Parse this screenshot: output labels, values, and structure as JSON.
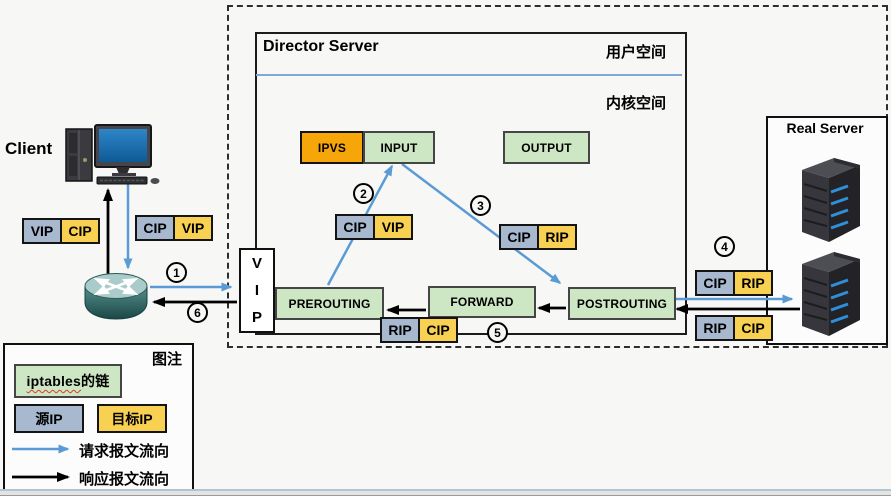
{
  "colors": {
    "chain_green": "#CDE6C3",
    "ipvs_orange": "#F6A608",
    "source_ip_blue": "#A7B8CF",
    "dest_ip_yellow": "#F8D052",
    "request_arrow_blue": "#5B9BD5",
    "response_arrow_black": "#000000",
    "space_divider_blue": "#7FA8D9"
  },
  "client": {
    "label": "Client"
  },
  "director": {
    "title": "Director Server",
    "user_space_label": "用户空间",
    "kernel_space_label": "内核空间",
    "vip_letters": {
      "l1": "V",
      "l2": "I",
      "l3": "P"
    },
    "chains": {
      "ipvs": "IPVS",
      "input": "INPUT",
      "output": "OUTPUT",
      "prerouting": "PREROUTING",
      "forward": "FORWARD",
      "postrouting": "POSTROUTING"
    }
  },
  "real_server": {
    "title": "Real Server"
  },
  "steps": {
    "s1": "1",
    "s2": "2",
    "s3": "3",
    "s4": "4",
    "s5": "5",
    "s6": "6"
  },
  "ip_pairs": {
    "client_response": {
      "src": "VIP",
      "dst": "CIP"
    },
    "client_request": {
      "src": "CIP",
      "dst": "VIP"
    },
    "input_request": {
      "src": "CIP",
      "dst": "VIP"
    },
    "postrouting_request": {
      "src": "CIP",
      "dst": "RIP"
    },
    "to_real_server": {
      "src": "CIP",
      "dst": "RIP"
    },
    "from_real_server": {
      "src": "RIP",
      "dst": "CIP"
    },
    "kernel_response": {
      "src": "RIP",
      "dst": "CIP"
    }
  },
  "legend": {
    "title": "图注",
    "chain_label_en": "iptables",
    "chain_label_cn": "的链",
    "source_ip_label": "源IP",
    "dest_ip_label": "目标IP",
    "request_flow_label": "请求报文流向",
    "response_flow_label": "响应报文流向"
  }
}
